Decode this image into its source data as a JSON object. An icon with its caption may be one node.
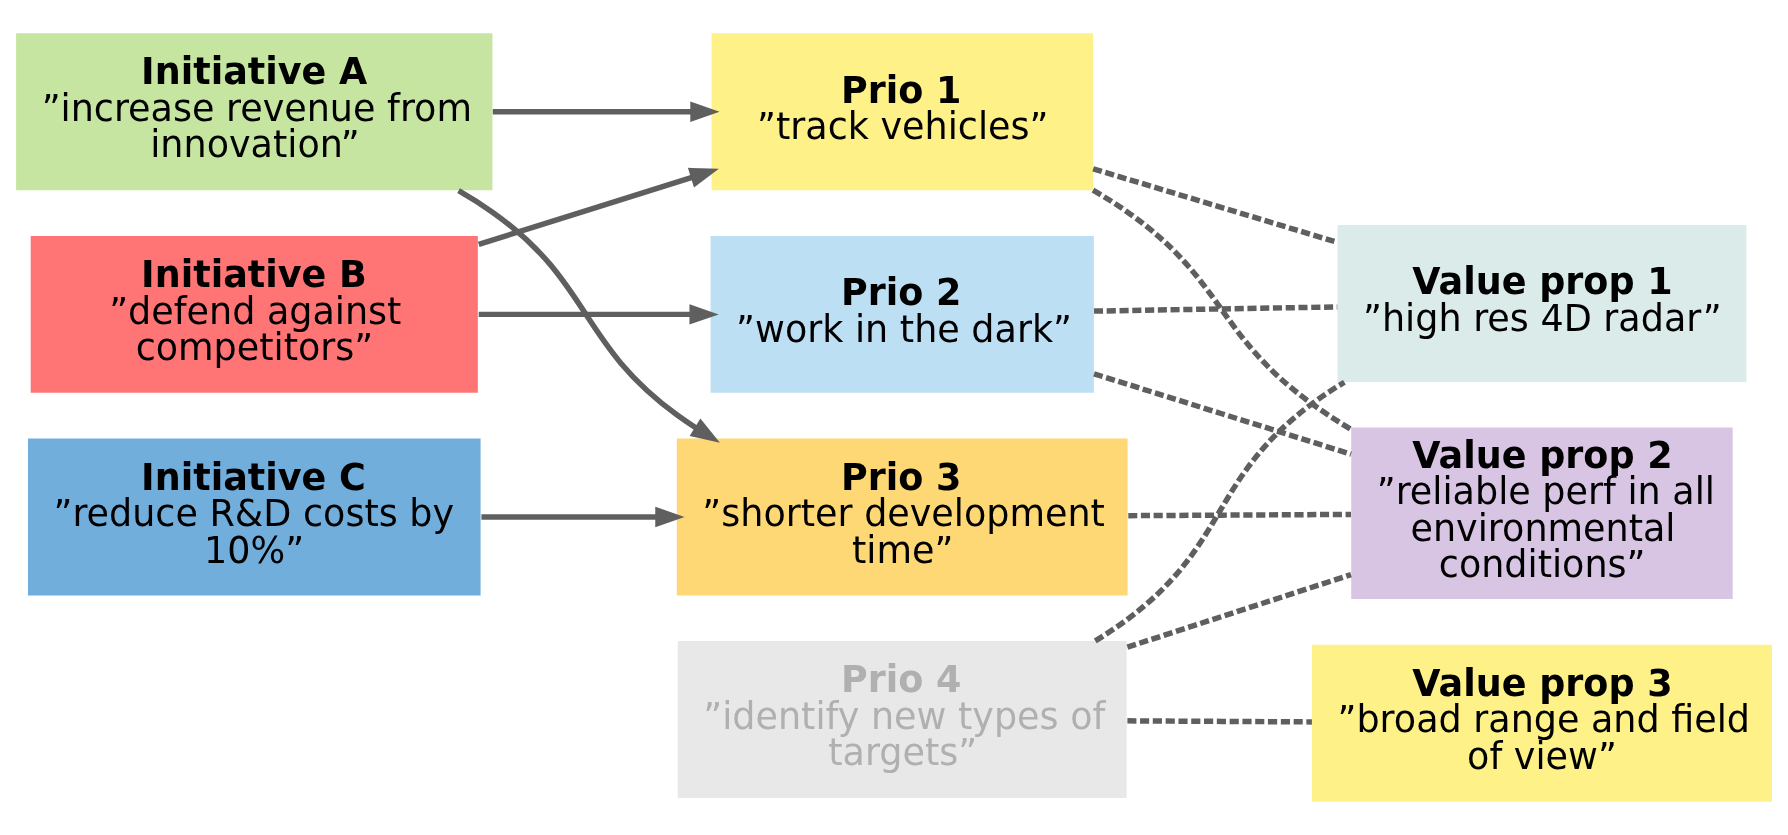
{
  "diagram": {
    "nodes": [
      {
        "text": [
          "Initiative A",
          "”increase revenue from innovation”"
        ]
      },
      {
        "text": [
          "Initiative B",
          "”defend against competitors”"
        ]
      },
      {
        "text": [
          "Initiative C",
          "”reduce R&D costs by 10%”"
        ]
      },
      {
        "text": [
          "Prio 1",
          "”track vehicles”"
        ]
      },
      {
        "text": [
          "Prio 2",
          "”work in the dark”"
        ]
      },
      {
        "text": [
          "Prio 3",
          "”shorter development time”"
        ]
      },
      {
        "text": [
          "Prio 4",
          "”identify new types of targets”"
        ]
      },
      {
        "text": [
          "Value prop 1",
          "”high res 4D radar”"
        ]
      },
      {
        "text": [
          "Value prop 2",
          "”reliable perf in all environmental conditions”"
        ]
      },
      {
        "text": [
          "Value prop 3",
          "”broad range and field of view”"
        ]
      }
    ],
    "edges": [
      {
        "from": 0,
        "to": 3,
        "arrow": "to"
      },
      {
        "from": 0,
        "to": 5,
        "arrow": "to"
      },
      {
        "from": 1,
        "to": 3,
        "arrow": "to"
      },
      {
        "from": 1,
        "to": 4,
        "arrow": "to"
      },
      {
        "from": 2,
        "to": 5,
        "arrow": "to"
      },
      {
        "from": 3,
        "to": 7,
        "arrow": "none",
        "style": "dashed"
      },
      {
        "from": 3,
        "to": 8,
        "arrow": "none",
        "style": "dashed"
      },
      {
        "from": 4,
        "to": 7,
        "arrow": "none",
        "style": "dashed"
      },
      {
        "from": 4,
        "to": 8,
        "arrow": "none",
        "style": "dashed"
      },
      {
        "from": 5,
        "to": 8,
        "arrow": "none",
        "style": "dashed"
      },
      {
        "from": 6,
        "to": 7,
        "arrow": "none",
        "style": "dashed"
      },
      {
        "from": 6,
        "to": 8,
        "arrow": "none",
        "style": "dashed"
      },
      {
        "from": 6,
        "to": 9,
        "arrow": "none",
        "style": "dashed"
      }
    ]
  }
}
